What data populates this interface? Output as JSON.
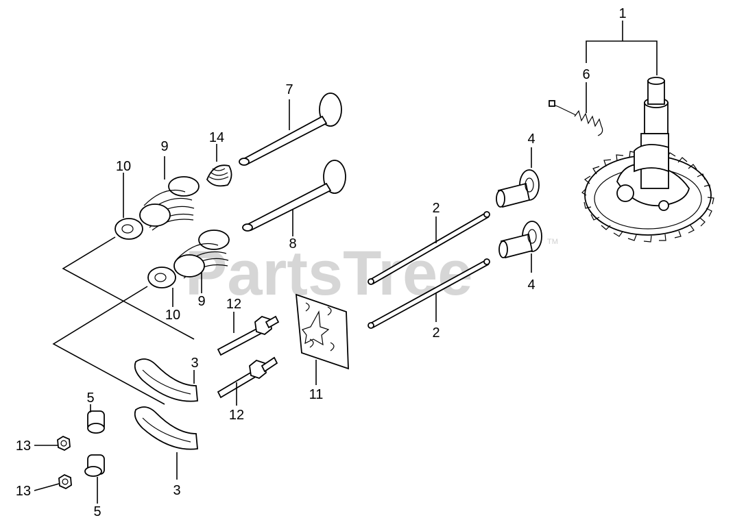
{
  "watermark": {
    "text": "PartsTree",
    "trademark": "TM"
  },
  "callouts": {
    "c1": "1",
    "c2a": "2",
    "c2b": "2",
    "c3a": "3",
    "c3b": "3",
    "c4a": "4",
    "c4b": "4",
    "c5a": "5",
    "c5b": "5",
    "c6": "6",
    "c7": "7",
    "c8": "8",
    "c9a": "9",
    "c9b": "9",
    "c10a": "10",
    "c10b": "10",
    "c11": "11",
    "c12a": "12",
    "c12b": "12",
    "c13a": "13",
    "c13b": "13",
    "c14": "14"
  }
}
